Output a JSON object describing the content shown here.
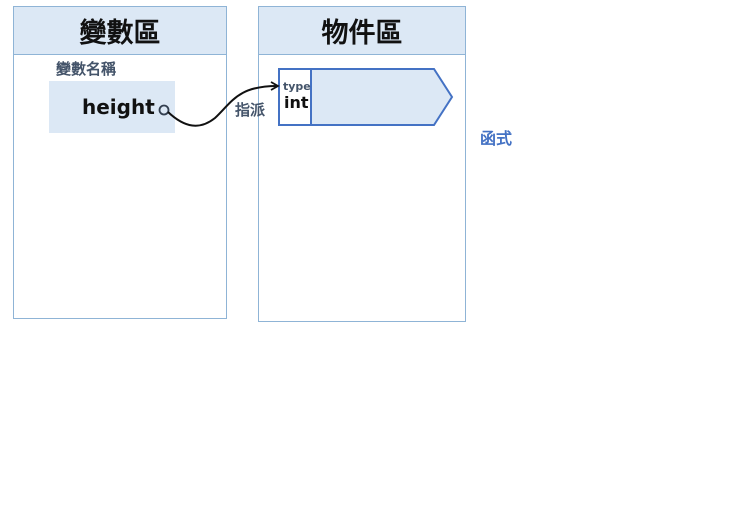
{
  "variable_area": {
    "title": "變數區",
    "name_label": "變數名稱",
    "variable_name": "height"
  },
  "object_area": {
    "title": "物件區",
    "object": {
      "type_label": "type",
      "type_value": "int"
    }
  },
  "assign_label": "指派",
  "function_label": "函式",
  "colors": {
    "header_fill": "#dce8f5",
    "panel_border": "#8fb4d6",
    "object_border": "#4472c4",
    "label_text": "#44546a",
    "function_text": "#4472c4"
  }
}
